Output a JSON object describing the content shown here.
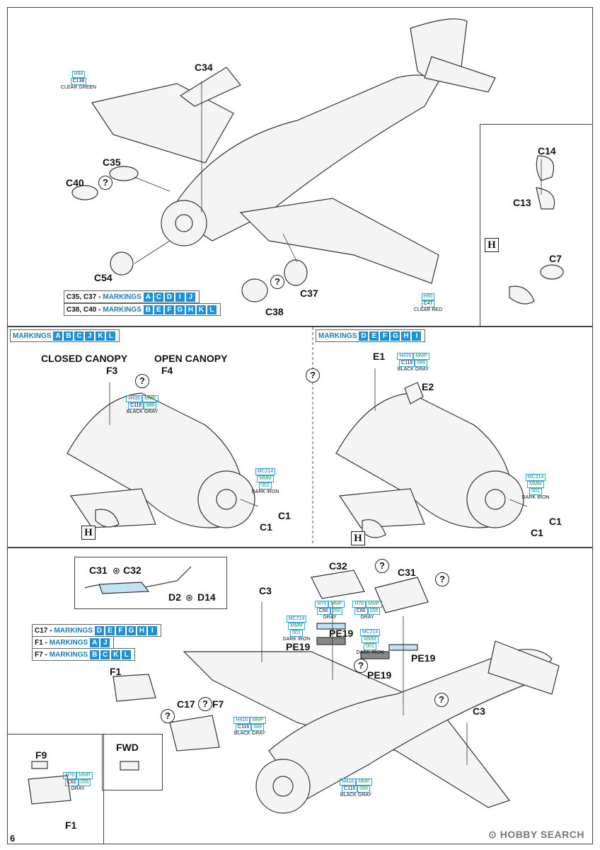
{
  "page_number": "6",
  "watermark": "HOBBY SEARCH",
  "top": {
    "parts": {
      "c34": "C34",
      "c35": "C35",
      "c40": "C40",
      "c54": "C54",
      "c37": "C37",
      "c38": "C38",
      "c14": "C14",
      "c13": "C13",
      "c7": "C7"
    },
    "paint_green": {
      "h": "H94",
      "c": "C138",
      "name": "CLEAR GREEN"
    },
    "paint_red": {
      "h": "H90",
      "c": "C47",
      "name": "CLEAR RED"
    },
    "mark1": {
      "prefix": "C35, C37 -",
      "label": "MARKINGS",
      "letters": [
        "A",
        "C",
        "D",
        "I",
        "J"
      ]
    },
    "mark2": {
      "prefix": "C38, C40 -",
      "label": "MARKINGS",
      "letters": [
        "B",
        "E",
        "F",
        "G",
        "H",
        "K",
        "L"
      ]
    },
    "h_letter": "H"
  },
  "mid_left": {
    "mark": {
      "label": "MARKINGS",
      "letters": [
        "A",
        "B",
        "C",
        "J",
        "K",
        "L"
      ]
    },
    "closed_canopy": "CLOSED CANOPY",
    "open_canopy": "OPEN CANOPY",
    "f3": "F3",
    "f4": "F4",
    "c1a": "C1",
    "c1b": "C1",
    "paint1": {
      "h": "H416",
      "mmp": "MMP",
      "c": "C116",
      "mmp2": "089",
      "name": "BLACK GRAY"
    },
    "paint2": {
      "mc": "MC214",
      "mmm": "MMM",
      "num": "001",
      "name": "DARK IRON"
    },
    "h_letter": "H"
  },
  "mid_right": {
    "mark": {
      "label": "MARKINGS",
      "letters": [
        "D",
        "E",
        "F",
        "G",
        "H",
        "I"
      ]
    },
    "e1": "E1",
    "e2": "E2",
    "c1a": "C1",
    "c1b": "C1",
    "paint1": {
      "h": "H416",
      "mmp": "MMP",
      "c": "C116",
      "mmp2": "089",
      "name": "BLACK GRAY"
    },
    "paint2": {
      "mc": "MC214",
      "mmm": "MMM",
      "num": "001",
      "name": "DARK IRON"
    },
    "h_letter": "H"
  },
  "bottom": {
    "detail": {
      "c31": "C31",
      "c32": "C32",
      "d2": "D2",
      "d14": "D14"
    },
    "c32": "C32",
    "c31": "C31",
    "c3a": "C3",
    "c3b": "C3",
    "pe19a": "PE19",
    "pe19b": "PE19",
    "pe19c": "PE19",
    "pe19d": "PE19",
    "f1a": "F1",
    "f1b": "F1",
    "f9": "F9",
    "c17": "C17",
    "f7": "F7",
    "fwd": "FWD",
    "mark_c17": {
      "prefix": "C17 -",
      "label": "MARKINGS",
      "letters": [
        "D",
        "E",
        "F",
        "G",
        "H",
        "I"
      ]
    },
    "mark_f1": {
      "prefix": "F1 -",
      "label": "MARKINGS",
      "letters": [
        "A",
        "J"
      ]
    },
    "mark_f7": {
      "prefix": "F7 -",
      "label": "MARKINGS",
      "letters": [
        "B",
        "C",
        "K",
        "L"
      ]
    },
    "paint_gray1": {
      "h": "H70",
      "mmp": "MMP",
      "c": "C60",
      "mmp2": "056",
      "name": "GRAY"
    },
    "paint_gray2": {
      "h": "H70",
      "mmp": "MMP",
      "c": "C60",
      "mmp2": "056",
      "name": "GRAY"
    },
    "paint_gray3": {
      "h": "H70",
      "mmp": "MMP",
      "c": "C60",
      "mmp2": "056",
      "name": "GRAY"
    },
    "paint_iron1": {
      "mc": "MC214",
      "mmm": "MMM",
      "num": "001",
      "name": "DARK IRON"
    },
    "paint_iron2": {
      "mc": "MC214",
      "mmm": "MMM",
      "num": "001",
      "name": "DARK IRON"
    },
    "paint_bg1": {
      "h": "H416",
      "mmp": "MMP",
      "c": "C116",
      "mmp2": "089",
      "name": "BLACK GRAY"
    },
    "paint_bg2": {
      "h": "H416",
      "mmp": "MMP",
      "c": "C116",
      "mmp2": "089",
      "name": "BLACK GRAY"
    }
  },
  "colors": {
    "accent": "#1e90d6",
    "paint_border": "#39a6d9",
    "paint_green": "#1f9b4a"
  }
}
